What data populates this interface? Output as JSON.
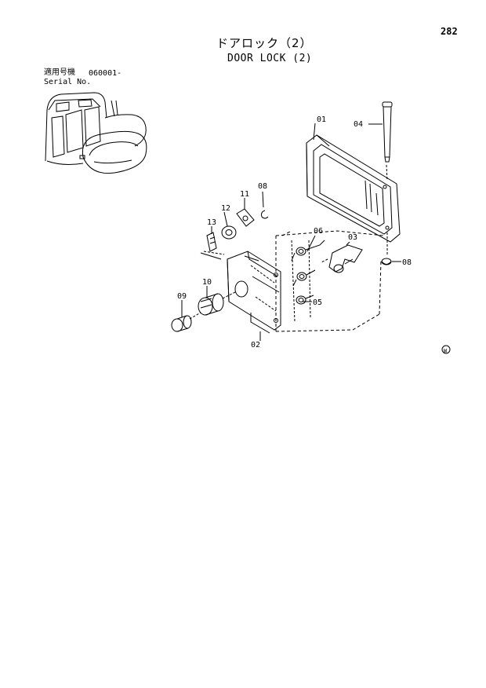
{
  "page_number": "282",
  "title_jp": "ドアロック（2）",
  "title_en": "DOOR LOCK (2)",
  "serial": {
    "label_jp": "適用号機",
    "value": "060001-",
    "label_en": "Serial No."
  },
  "part_labels": {
    "p01": "01",
    "p02": "02",
    "p03": "03",
    "p04": "04",
    "p05": "05",
    "p06": "06",
    "p08a": "08",
    "p08b": "08",
    "p09": "09",
    "p10": "10",
    "p11": "11",
    "p12": "12",
    "p13": "13"
  },
  "mark": "W"
}
